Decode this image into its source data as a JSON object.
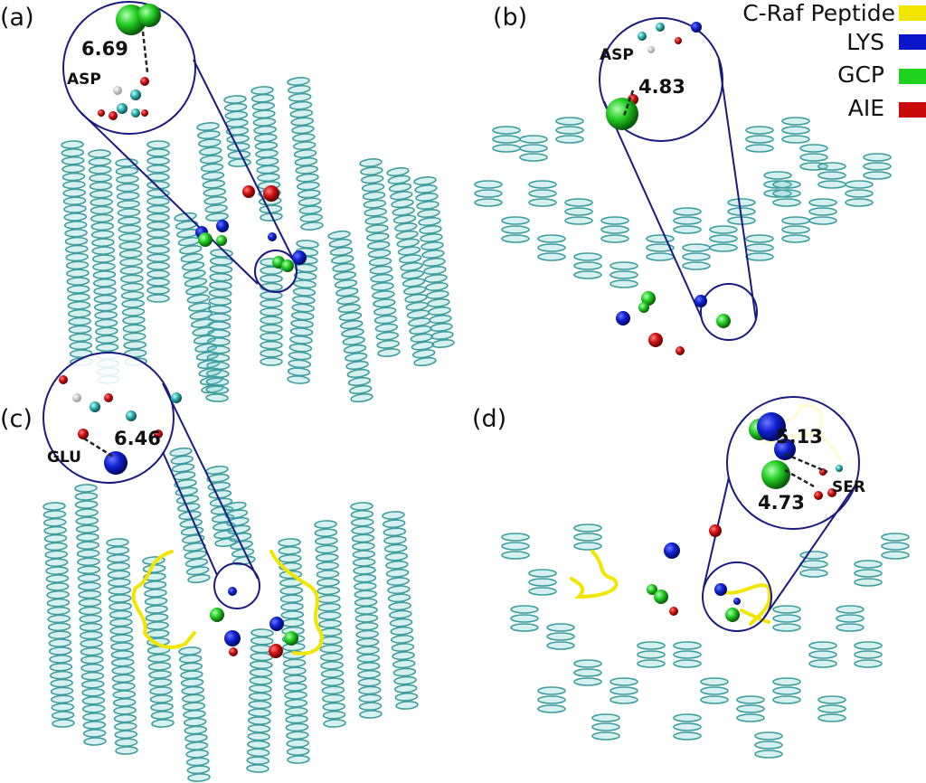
{
  "panels": [
    {
      "label": "(a)",
      "distances": [
        "6.69"
      ],
      "residues": [
        "ASP"
      ]
    },
    {
      "label": "(b)",
      "distances": [
        "4.83"
      ],
      "residues": [
        "ASP"
      ]
    },
    {
      "label": "(c)",
      "distances": [
        "6.46"
      ],
      "residues": [
        "GLU"
      ]
    },
    {
      "label": "(d)",
      "distances": [
        "5.13",
        "4.73"
      ],
      "residues": [
        "SER"
      ]
    }
  ],
  "legend": [
    {
      "label": "C-Raf Peptide",
      "color": "#f2e600"
    },
    {
      "label": "LYS",
      "color": "#0a14c8"
    },
    {
      "label": "GCP",
      "color": "#1ed21e"
    },
    {
      "label": "AIE",
      "color": "#c80a0a"
    }
  ],
  "colors": {
    "protein": "#5fc4c4",
    "callout": "#1a1a80"
  }
}
